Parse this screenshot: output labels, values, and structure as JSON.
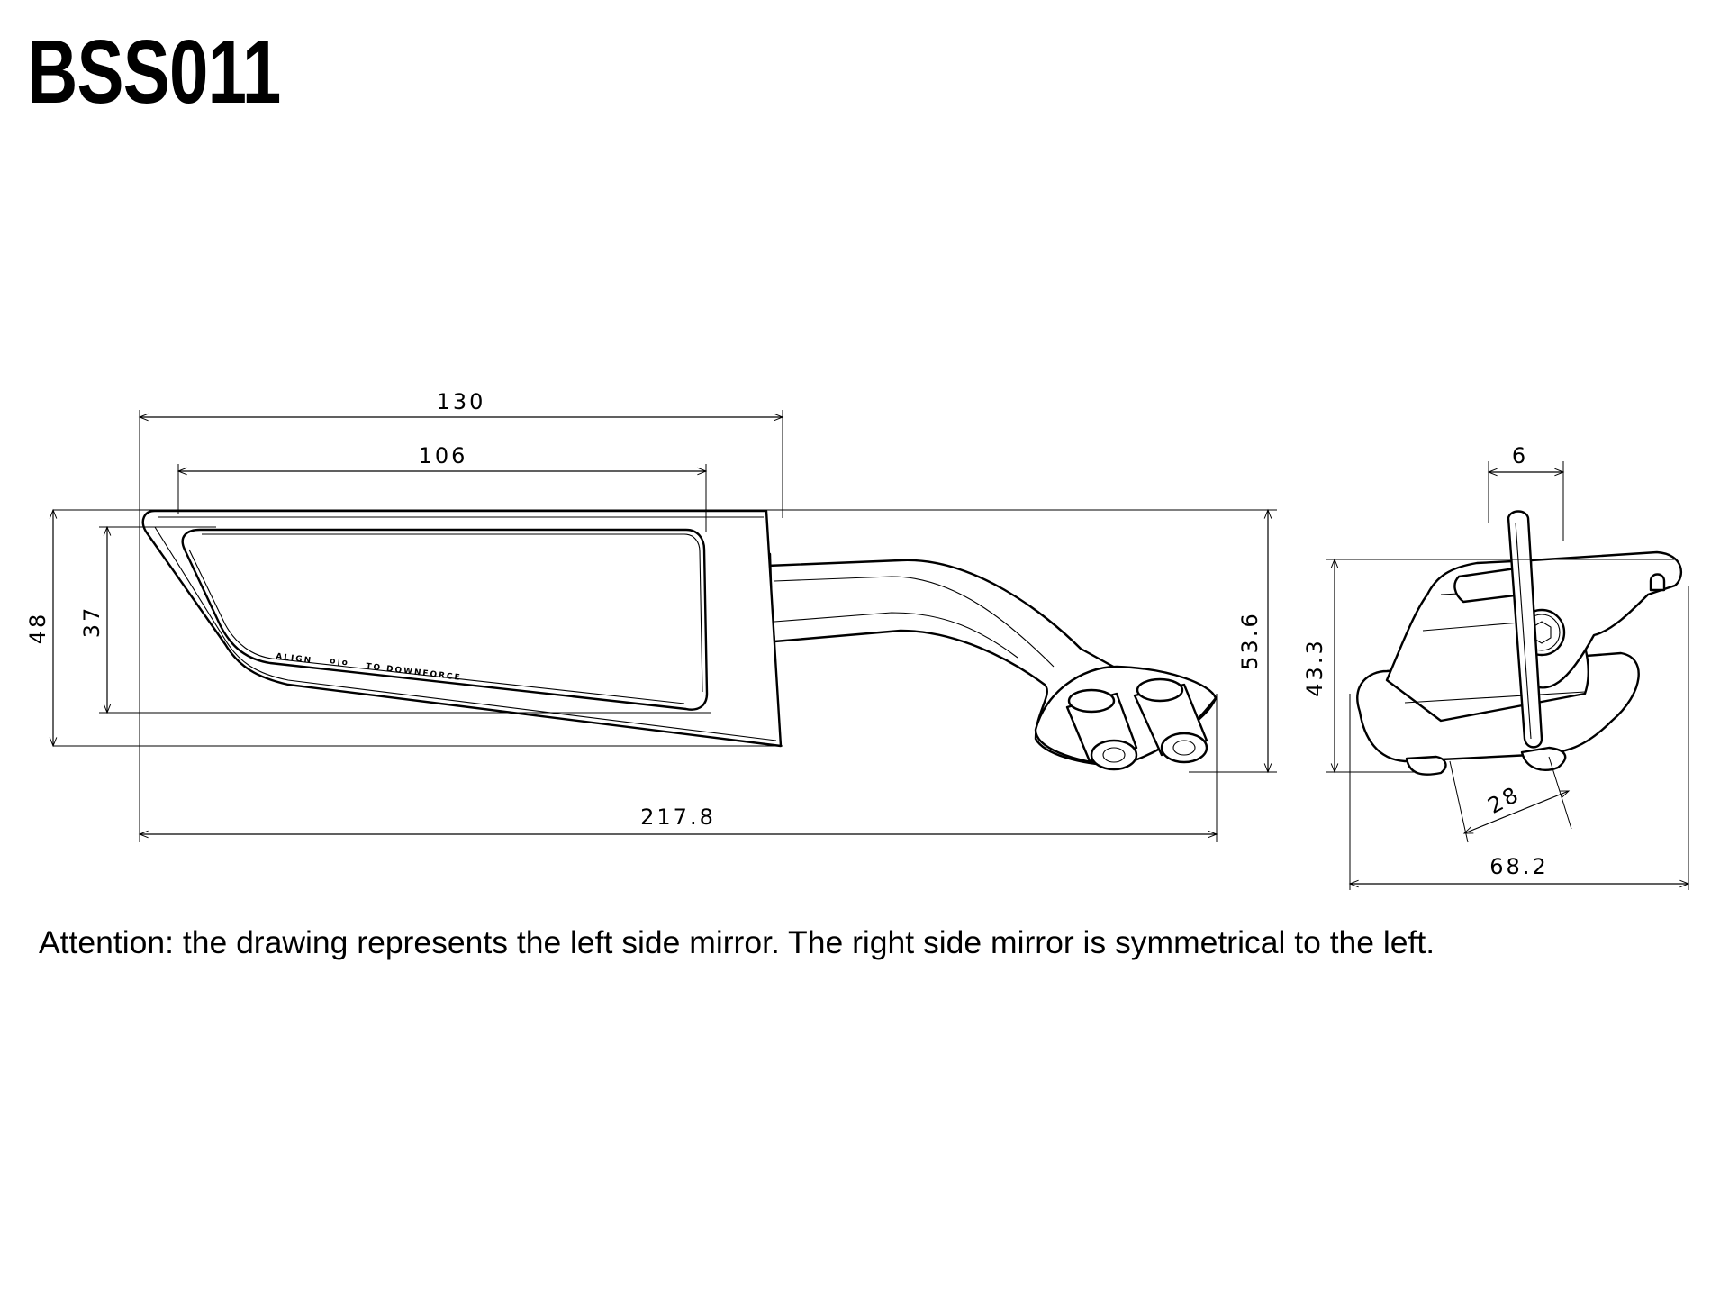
{
  "title": "BSS011",
  "note": "Attention: the drawing represents the left side mirror. The right side mirror is symmetrical to the left.",
  "mirror_label": {
    "left": "ALIGN",
    "symbol": "o|o",
    "right": "TO DOWNFORCE"
  },
  "front_view": {
    "dimensions": {
      "overall_width": "130",
      "glass_width": "106",
      "overall_height": "48",
      "glass_height": "37",
      "total_length": "217.8",
      "total_height": "53.6"
    }
  },
  "side_view": {
    "dimensions": {
      "blade_thickness": "6",
      "height": "43.3",
      "hole_spacing": "28",
      "depth": "68.2"
    }
  }
}
